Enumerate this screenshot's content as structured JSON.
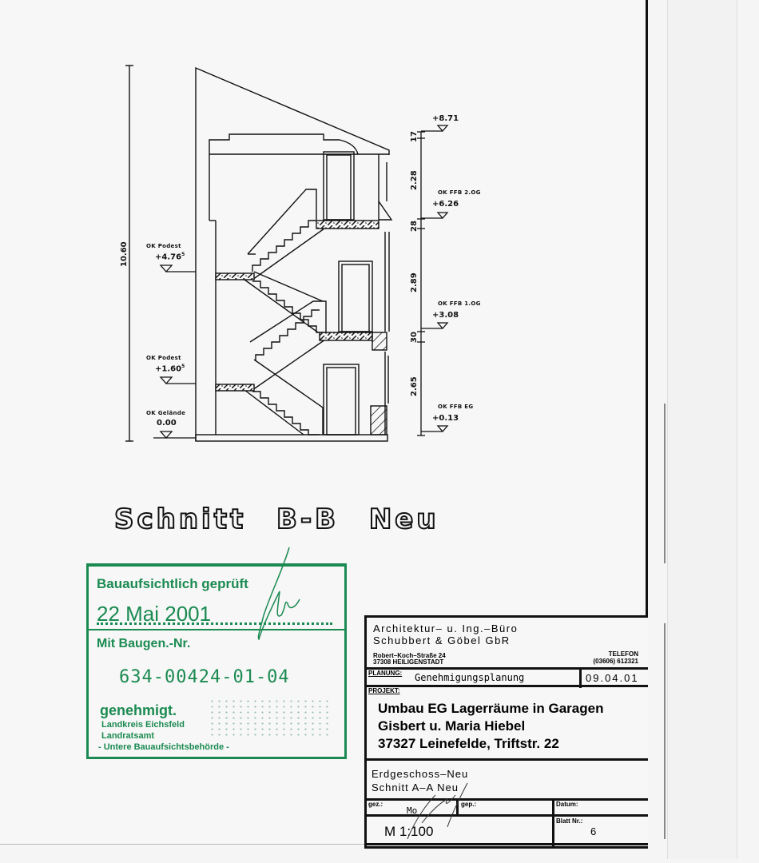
{
  "drawing": {
    "title": "Schnitt B-B Neu",
    "overall_height_dim": "10.60",
    "left_levels": [
      {
        "label": "OK Podest",
        "value": "+4.76",
        "sup": "5"
      },
      {
        "label": "OK Podest",
        "value": "+1.60",
        "sup": "5"
      },
      {
        "label": "OK Gelände",
        "value": "0.00",
        "sup": ""
      }
    ],
    "right_levels": [
      {
        "label": "",
        "value": "+8.71"
      },
      {
        "label": "OK FFB 2.OG",
        "value": "+6.26"
      },
      {
        "label": "OK FFB 1.OG",
        "value": "+3.08"
      },
      {
        "label": "OK FFB EG",
        "value": "+0.13"
      }
    ],
    "right_dims": [
      "17",
      "2.28",
      "28",
      "2.89",
      "30",
      "2.65"
    ]
  },
  "stamp": {
    "heading": "Bauaufsichtlich geprüft",
    "date": "22 Mai 2001",
    "permit_label": "Mit Baugen.-Nr.",
    "permit_number": "634-00424-01-04",
    "status": "genehmigt.",
    "authority_lines": [
      "Landkreis Eichsfeld",
      "Landratsamt",
      "- Untere Bauaufsichtsbehörde -"
    ],
    "color": "#1b8a52"
  },
  "title_block": {
    "office_line1": "Architektur– u. Ing.–Büro",
    "office_line2": "Schubbert & Göbel GbR",
    "address_line1": "Robert–Koch–Straße 24",
    "address_line2": "37308 HEILIGENSTADT",
    "telefon_label": "TELEFON",
    "telefon": "(03606) 612321",
    "planung_label": "PLANUNG:",
    "planung": "Genehmigungsplanung",
    "planung_date": "09.04.01",
    "projekt_label": "PROJEKT:",
    "projekt_lines": [
      "Umbau EG Lagerräume in Garagen",
      "Gisbert u. Maria Hiebel",
      "37327 Leinefelde, Triftstr. 22"
    ],
    "plan_lines": [
      "Erdgeschoss–Neu",
      "Schnitt A–A Neu"
    ],
    "gez_label": "gez.:",
    "gez_value": "Mo",
    "gep_label": "gep.:",
    "datum_label": "Datum:",
    "scale": "M 1:100",
    "blatt_label": "Blatt Nr.:",
    "blatt_value": "6"
  }
}
